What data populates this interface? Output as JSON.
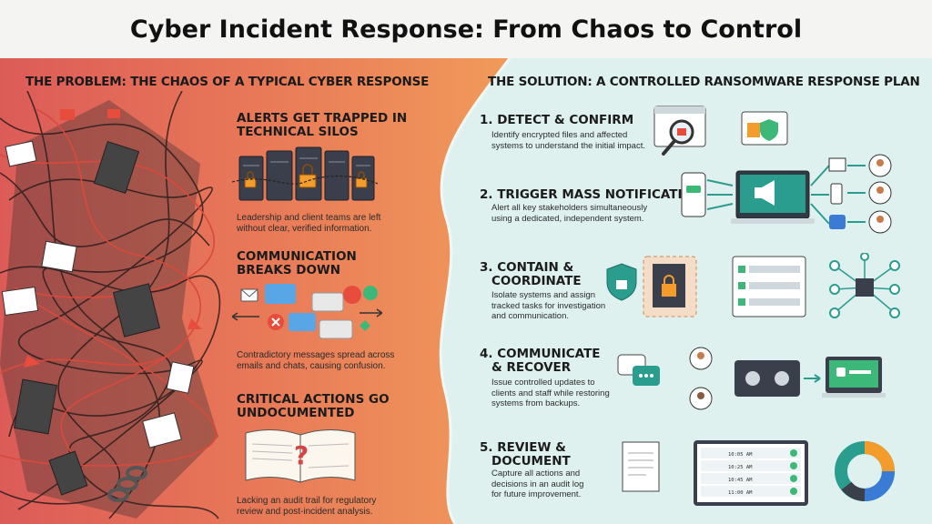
{
  "title": "Cyber Incident Response: From Chaos to Control",
  "problem": {
    "heading": "THE PROBLEM: THE CHAOS OF A TYPICAL CYBER RESPONSE",
    "items": [
      {
        "title_line1": "ALERTS GET TRAPPED IN",
        "title_line2": "TECHNICAL SILOS",
        "desc_line1": "Leadership and client teams are left",
        "desc_line2": "without clear, verified information."
      },
      {
        "title_line1": "COMMUNICATION",
        "title_line2": "BREAKS DOWN",
        "desc_line1": "Contradictory messages spread across",
        "desc_line2": "emails and chats, causing confusion."
      },
      {
        "title_line1": "CRITICAL ACTIONS GO",
        "title_line2": "UNDOCUMENTED",
        "desc_line1": "Lacking an audit trail for regulatory",
        "desc_line2": "review and post-incident analysis."
      }
    ]
  },
  "solution": {
    "heading": "THE SOLUTION: A CONTROLLED RANSOMWARE RESPONSE PLAN",
    "steps": [
      {
        "title_line1": "1. DETECT & CONFIRM",
        "title_line2": "",
        "desc": [
          "Identify encrypted files and affected",
          "systems to understand the initial impact."
        ]
      },
      {
        "title_line1": "2. TRIGGER MASS NOTIFICATION",
        "title_line2": "",
        "desc": [
          "Alert all key stakeholders simultaneously",
          "using a dedicated, independent system."
        ]
      },
      {
        "title_line1": "3. CONTAIN &",
        "title_line2": "COORDINATE",
        "desc": [
          "Isolate systems and assign",
          "tracked tasks for investigation",
          "and communication."
        ]
      },
      {
        "title_line1": "4. COMMUNICATE",
        "title_line2": "& RECOVER",
        "desc": [
          "Issue controlled updates to",
          "clients and staff while restoring",
          "systems from backups."
        ]
      },
      {
        "title_line1": "5. REVIEW &",
        "title_line2": "DOCUMENT",
        "desc": [
          "Capture all actions and",
          "decisions in an audit log",
          "for future improvement."
        ]
      }
    ]
  },
  "log_times": [
    "10:05 AM",
    "10:25 AM",
    "10:45 AM",
    "11:00 AM"
  ],
  "colors": {
    "problem_bg_start": "#dc5b58",
    "problem_bg_end": "#f19a5a",
    "solution_bg": "#dff1ef",
    "accent_teal": "#2a9d8f",
    "accent_green": "#3cb878",
    "lock_orange": "#f39c2b"
  }
}
